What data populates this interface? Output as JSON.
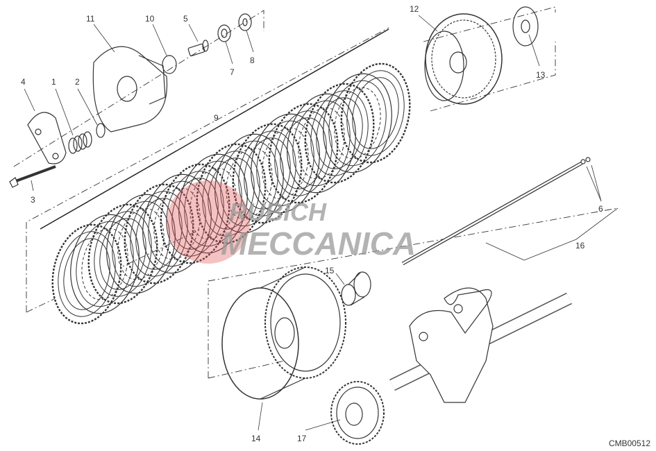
{
  "diagram": {
    "callouts": [
      {
        "id": "1",
        "label": "1"
      },
      {
        "id": "2",
        "label": "2"
      },
      {
        "id": "3",
        "label": "3"
      },
      {
        "id": "4",
        "label": "4"
      },
      {
        "id": "5",
        "label": "5"
      },
      {
        "id": "6",
        "label": "6"
      },
      {
        "id": "7",
        "label": "7"
      },
      {
        "id": "8",
        "label": "8"
      },
      {
        "id": "9",
        "label": "9"
      },
      {
        "id": "10",
        "label": "10"
      },
      {
        "id": "11",
        "label": "11"
      },
      {
        "id": "12",
        "label": "12"
      },
      {
        "id": "13",
        "label": "13"
      },
      {
        "id": "14",
        "label": "14"
      },
      {
        "id": "15",
        "label": "15"
      },
      {
        "id": "16",
        "label": "16"
      },
      {
        "id": "17",
        "label": "17"
      }
    ],
    "drawing_code": "CMB00512",
    "watermark": {
      "line1": "RUBICH",
      "line2": "MECCANICA",
      "accent": "#e05050"
    }
  }
}
